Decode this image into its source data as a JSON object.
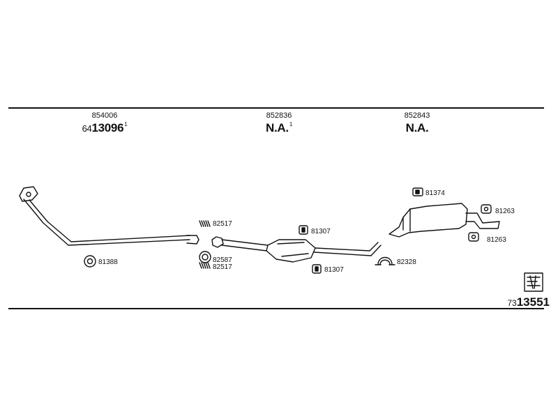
{
  "sections": [
    {
      "part_number": "854006",
      "code_prefix": "64",
      "code_main": "13096",
      "code_sup": "1"
    },
    {
      "part_number": "852836",
      "code_prefix": "",
      "code_main": "N.A.",
      "code_sup": "1"
    },
    {
      "part_number": "852843",
      "code_prefix": "",
      "code_main": "N.A.",
      "code_sup": ""
    }
  ],
  "labels": {
    "ring_front": "81388",
    "spring_top": "82517",
    "gasket": "82587",
    "spring_bottom": "82517",
    "mount_mid_top": "81307",
    "mount_mid_bottom": "81307",
    "clamp": "82328",
    "mount_rear_top": "81374",
    "mount_rear_right_top": "81263",
    "mount_rear_right_bottom": "81263"
  },
  "reference": {
    "prefix": "73",
    "main": "13551"
  }
}
